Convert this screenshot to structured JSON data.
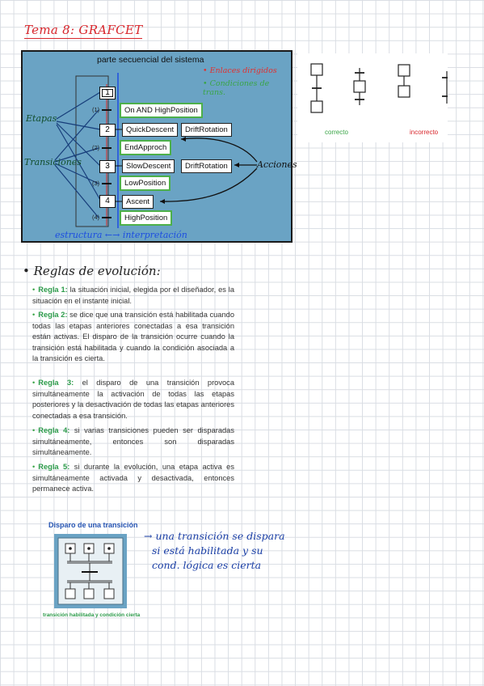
{
  "title": "Tema 8: GRAFCET",
  "figure": {
    "title": "parte secuencial del sistema",
    "legend": [
      "• Enlaces dirigidos",
      "• Condiciones de trans."
    ],
    "side_labels": {
      "etapas": "Etapas",
      "transiciones": "Transiciones",
      "acciones": "Acciones"
    },
    "steps": [
      "1",
      "2",
      "3",
      "4"
    ],
    "transition_numbers": [
      "(1)",
      "(2)",
      "(3)",
      "(4)"
    ],
    "conditions": [
      "On AND HighPosition",
      "EndApproch",
      "LowPosition",
      "HighPosition"
    ],
    "actions": {
      "step2": [
        "QuickDescent",
        "DriftRotation"
      ],
      "step3": [
        "SlowDescent",
        "DriftRotation"
      ],
      "step4": [
        "Ascent"
      ]
    },
    "footer": "estructura ←→ interpretación"
  },
  "side_figure": {
    "correct_label": "correcto",
    "incorrect_label": "incorrecto"
  },
  "colors": {
    "red": "#d8262c",
    "green": "#3aa547",
    "blue_figure": "#6aa3c4",
    "ink_blue": "#1b3fa6"
  },
  "rules_heading": "• Reglas de evolución:",
  "rules": [
    {
      "label": "Regla 1:",
      "text": " la situación inicial, elegida por el diseñador, es la situación en el instante inicial."
    },
    {
      "label": "Regla 2:",
      "text": " se dice que una transición está habilitada cuando todas las etapas anteriores conectadas a esa transición están activas. El disparo de la transición ocurre cuando la transición está habilitada y cuando la condición asociada a la transición es cierta."
    },
    {
      "label": "Regla 3:",
      "text": " el disparo de una transición provoca simultáneamente la activación de todas las etapas posteriores y la desactivación de todas las etapas anteriores conectadas a esa transición."
    },
    {
      "label": "Regla 4:",
      "text": " si varias transiciones pueden ser disparadas simultáneamente, entonces son disparadas simultáneamente."
    },
    {
      "label": "Regla 5:",
      "text": " si durante la evolución, una etapa activa es simultáneamente activada y desactivada, entonces permanece activa."
    }
  ],
  "disparo": {
    "title": "Disparo de una transición",
    "caption": "transición habilitada y condición cierta",
    "note": [
      "→ una transición se dispara",
      "si está habilitada y su",
      "cond. lógica es cierta"
    ]
  }
}
